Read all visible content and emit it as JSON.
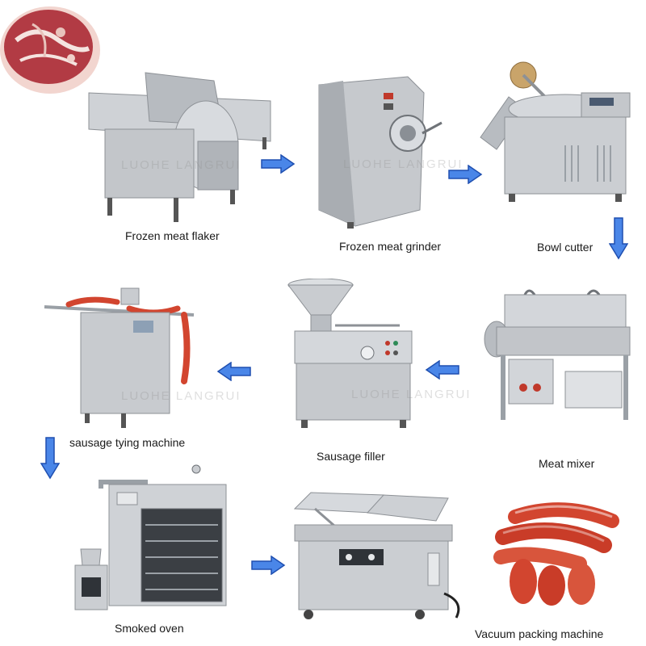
{
  "steps": [
    {
      "label": "Frozen meat flaker"
    },
    {
      "label": "Frozen meat grinder"
    },
    {
      "label": "Bowl cutter"
    },
    {
      "label": "Meat mixer"
    },
    {
      "label": "Sausage filler"
    },
    {
      "label": "sausage tying machine"
    },
    {
      "label": "Smoked oven"
    },
    {
      "label": "Vacuum packing machine"
    }
  ],
  "watermark": "LUOHE LANGRUI",
  "colors": {
    "arrow_fill": "#4a86e8",
    "arrow_stroke": "#1f4fb0",
    "steel": "#c9ccd0",
    "meat": "#a83a3a",
    "sausage": "#d2452f"
  }
}
